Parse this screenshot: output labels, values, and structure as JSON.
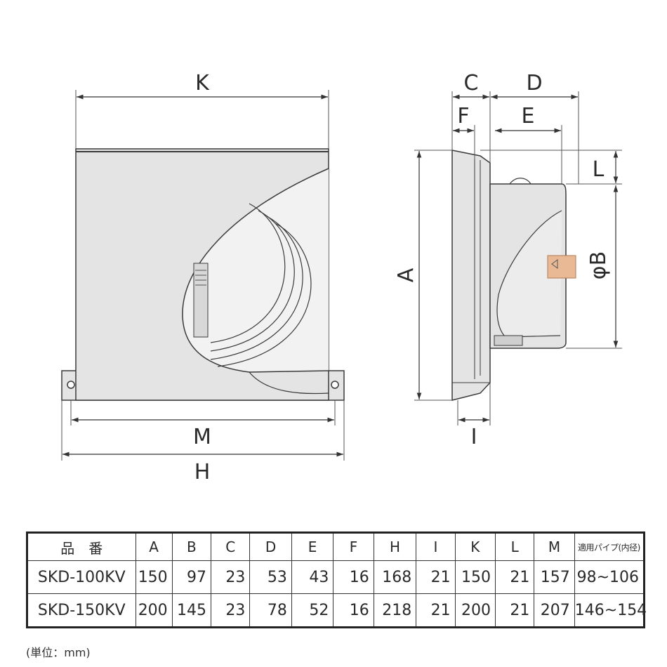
{
  "diagram": {
    "front_view": {
      "width_label": "K",
      "mount_label": "M",
      "overall_label": "H"
    },
    "side_view": {
      "labels": {
        "C": "C",
        "D": "D",
        "F": "F",
        "E": "E",
        "A": "A",
        "L": "L",
        "B": "φB",
        "I": "I"
      }
    },
    "colors": {
      "body": "#e4e4e4",
      "outline": "#3a3a3a",
      "pipe_tag": "#e9b995"
    }
  },
  "spec_table": {
    "headers": [
      "品　番",
      "A",
      "B",
      "C",
      "D",
      "E",
      "F",
      "H",
      "I",
      "K",
      "L",
      "M",
      "適用パイプ(内径)"
    ],
    "rows": [
      [
        "SKD-100KV",
        "150",
        "97",
        "23",
        "53",
        "43",
        "16",
        "168",
        "21",
        "150",
        "21",
        "157",
        "98~106"
      ],
      [
        "SKD-150KV",
        "200",
        "145",
        "23",
        "78",
        "52",
        "16",
        "218",
        "21",
        "200",
        "21",
        "207",
        "146~154"
      ]
    ]
  },
  "unit_note": "(単位：mm)"
}
